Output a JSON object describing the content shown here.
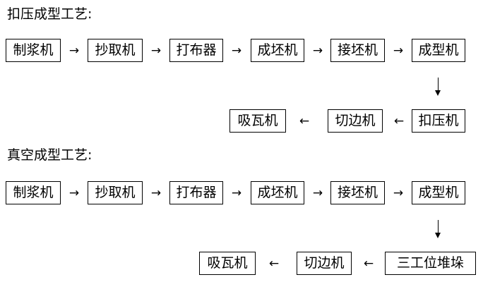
{
  "diagram": {
    "sections": [
      {
        "title": "扣压成型工艺:",
        "row1": [
          {
            "label": "制浆机"
          },
          {
            "label": "抄取机"
          },
          {
            "label": "打布器"
          },
          {
            "label": "成坯机"
          },
          {
            "label": "接坯机"
          },
          {
            "label": "成型机"
          }
        ],
        "row2": [
          {
            "label": "吸瓦机"
          },
          {
            "label": "切边机"
          },
          {
            "label": "扣压机"
          }
        ],
        "arrow_right": "→",
        "arrow_left": "←",
        "arrow_down": "↓"
      },
      {
        "title": "真空成型工艺:",
        "row1": [
          {
            "label": "制浆机"
          },
          {
            "label": "抄取机"
          },
          {
            "label": "打布器"
          },
          {
            "label": "成坯机"
          },
          {
            "label": "接坯机"
          },
          {
            "label": "成型机"
          }
        ],
        "row2": [
          {
            "label": "吸瓦机"
          },
          {
            "label": "切边机"
          },
          {
            "label": "三工位堆垛"
          }
        ],
        "arrow_right": "→",
        "arrow_left": "←",
        "arrow_down": "↓"
      }
    ]
  }
}
